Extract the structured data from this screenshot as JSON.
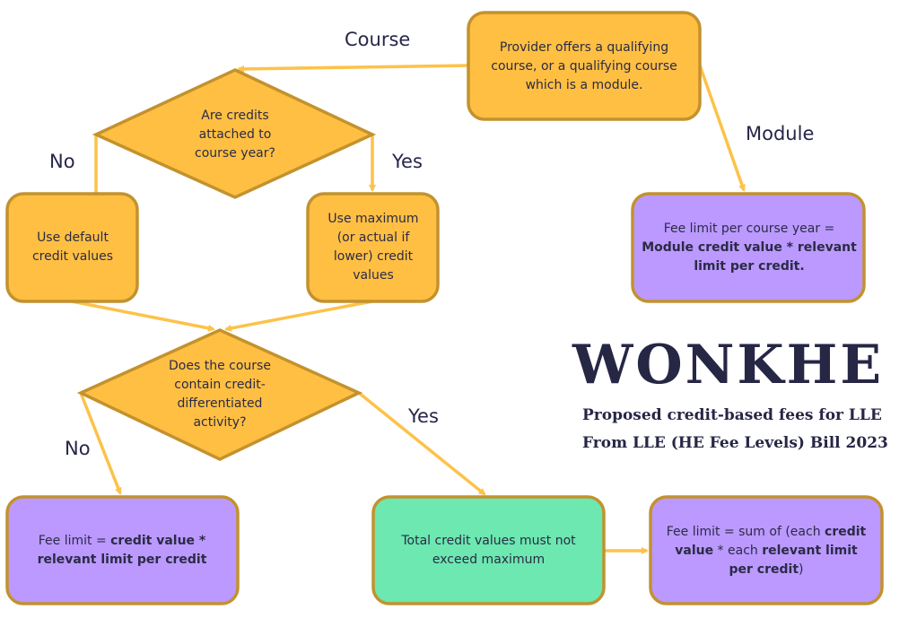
{
  "colors": {
    "orange": "#FFBF43",
    "border": "#C3922E",
    "purple": "#BB99FF",
    "green": "#6CE8B0",
    "arrow": "#FCC24A",
    "navy": "#262645"
  },
  "nodes": {
    "provider": "Provider offers a qualifying course, or a qualifying course which is a module.",
    "credits_attached": "Are credits attached to course year?",
    "default_values": "Use default credit values",
    "max_values": "Use maximum (or actual if lower) credit values",
    "module_fee": {
      "p1": "Fee limit per course year = ",
      "b1": "Module credit value * relevant limit per credit."
    },
    "differentiated": "Does the course contain credit-differentiated activity?",
    "fee_limit": {
      "p1": "Fee limit = ",
      "b1": "credit value *  relevant limit per credit"
    },
    "total_credit": "Total credit values must not exceed maximum",
    "fee_sum": {
      "p1": "Fee limit =  sum of (each ",
      "b1": "credit value",
      "p2": " * each ",
      "b2": "relevant limit per credit",
      "p3": ")"
    }
  },
  "edge_labels": {
    "course": "Course",
    "module": "Module",
    "no1": "No",
    "yes1": "Yes",
    "no2": "No",
    "yes2": "Yes"
  },
  "brand": {
    "logo": "WONKHE",
    "subtitle1": "Proposed credit-based fees for LLE",
    "subtitle2": "From LLE (HE Fee Levels) Bill 2023"
  }
}
